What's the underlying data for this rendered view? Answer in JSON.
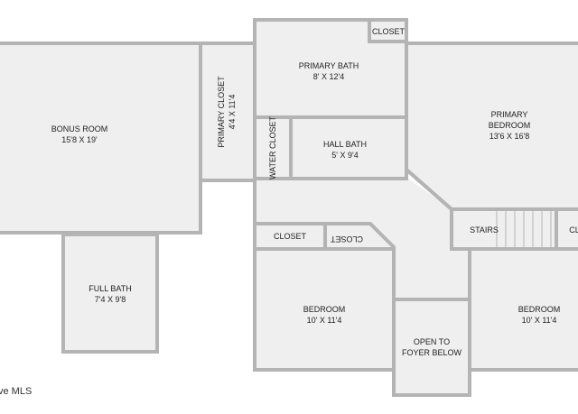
{
  "rooms": {
    "bonus_room": {
      "name": "BONUS ROOM",
      "dims": "15'8 X 19'"
    },
    "primary_closet": {
      "name": "PRIMARY CLOSET",
      "dims": "4'4 X 11'4"
    },
    "primary_bath": {
      "name": "PRIMARY BATH",
      "dims": "8' X 12'4"
    },
    "bath_closet": {
      "name": "CLOSET"
    },
    "primary_bedroom": {
      "name": "PRIMARY",
      "name2": "BEDROOM",
      "dims": "13'6 X 16'8"
    },
    "water_closet": {
      "name": "WATER CLOSET"
    },
    "hall_bath": {
      "name": "HALL BATH",
      "dims": "5' X 9'4"
    },
    "full_bath": {
      "name": "FULL BATH",
      "dims": "7'4 X 9'8"
    },
    "hall_closet_1": {
      "name": "CLOSET"
    },
    "hall_closet_2": {
      "name": "CLOSET"
    },
    "stairs": {
      "name": "STAIRS"
    },
    "edge_closet": {
      "name": "CL"
    },
    "bedroom_1": {
      "name": "BEDROOM",
      "dims": "10' X 11'4"
    },
    "open_foyer": {
      "name": "OPEN TO",
      "name2": "FOYER BELOW"
    },
    "bedroom_2": {
      "name": "BEDROOM",
      "dims": "10' X 11'4"
    }
  },
  "watermark": "ve MLS",
  "colors": {
    "wall": "#b4b4b4",
    "floor": "#efefef",
    "text": "#222222"
  }
}
